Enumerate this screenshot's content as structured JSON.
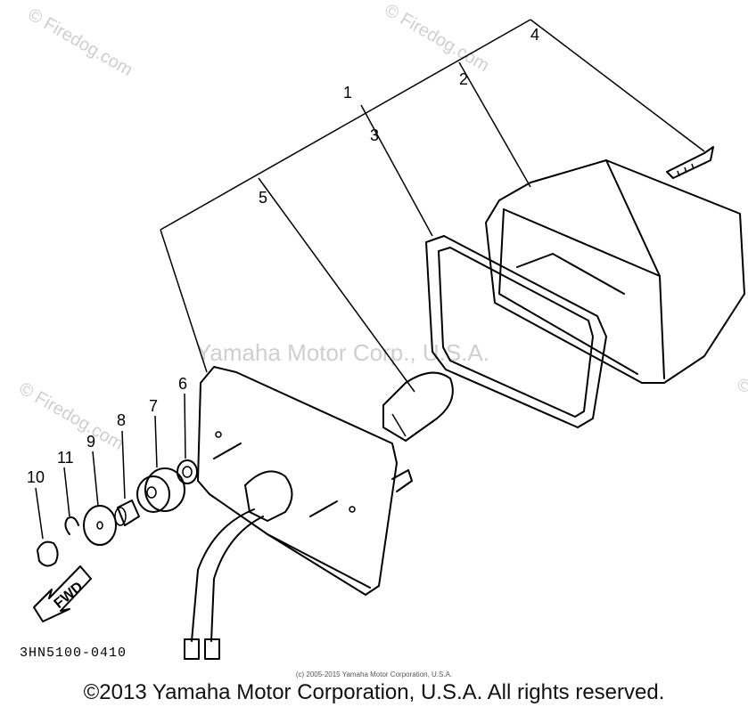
{
  "watermarks": {
    "firedog": "© Firedog.com",
    "yamaha": "Yamaha Motor Corp., U.S.A."
  },
  "part_numbers": [
    "1",
    "2",
    "3",
    "4",
    "5",
    "6",
    "7",
    "8",
    "9",
    "10",
    "11"
  ],
  "fwd_label": "FWD",
  "diagram_code": "3HN5100-0410",
  "small_copyright": "(c) 2005-2015 Yamaha Motor Corporation, U.S.A.",
  "copyright": "©2013 Yamaha Motor Corporation, U.S.A. All rights reserved."
}
